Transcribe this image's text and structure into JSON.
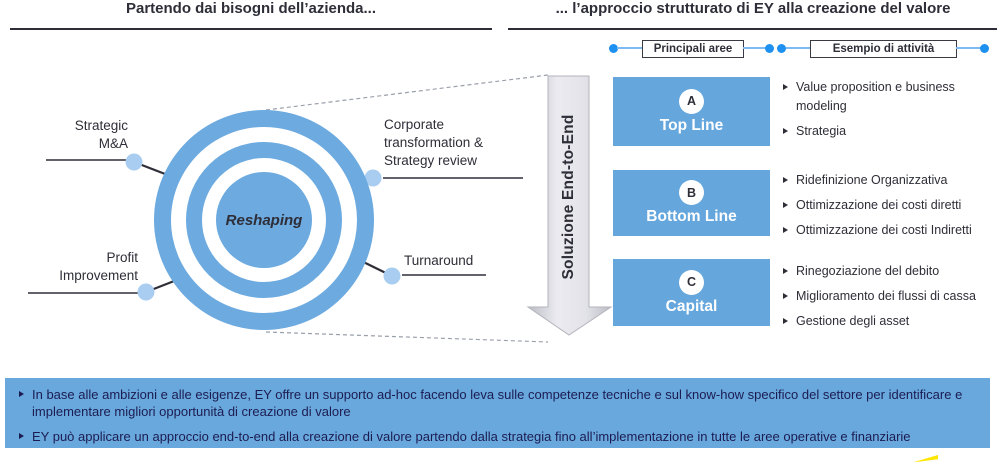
{
  "header": {
    "left_title": "Partendo dai bisogni dell’azienda...",
    "right_title": "... l’approccio strutturato di EY alla creazione del valore"
  },
  "legend": {
    "areas_label": "Principali aree",
    "activities_label": "Esempio di attività"
  },
  "needs": {
    "center_label": "Reshaping",
    "strategic_ma": "Strategic\nM&A",
    "profit_improvement": "Profit\nImprovement",
    "corporate_transformation": "Corporate\ntransformation &\nStrategy review",
    "turnaround": "Turnaround"
  },
  "arrow": {
    "label": "Soluzione End-to-End"
  },
  "areas": [
    {
      "letter": "A",
      "title": "Top Line",
      "items": [
        "Value proposition e business modeling",
        "Strategia"
      ]
    },
    {
      "letter": "B",
      "title": "Bottom Line",
      "items": [
        "Ridefinizione Organizzativa",
        "Ottimizzazione dei costi diretti",
        "Ottimizzazione dei costi Indiretti"
      ]
    },
    {
      "letter": "C",
      "title": "Capital",
      "items": [
        "Rinegoziazione del debito",
        "Miglioramento dei flussi di cassa",
        "Gestione degli asset"
      ]
    }
  ],
  "footer": {
    "bullets": [
      "In base alle ambizioni e alle esigenze, EY offre un supporto ad-hoc facendo leva sulle competenze tecniche e sul know-how specifico del settore per identificare e implementare migliori opportunità di creazione di valore",
      "EY può applicare un approccio end-to-end alla creazione di valore partendo dalla strategia fino all’implementazione in tutte le aree operative e finanziarie"
    ]
  },
  "colors": {
    "box_blue": "#65a6dc",
    "circle_blue": "#6caae0",
    "footer_blue": "#68a8dc",
    "bright_blue_dot": "#1e90f0",
    "light_blue_dot": "#a9cdf0",
    "dark_text": "#2e2e38",
    "footer_text": "#1c1c52",
    "ey_yellow": "#ffe600"
  }
}
